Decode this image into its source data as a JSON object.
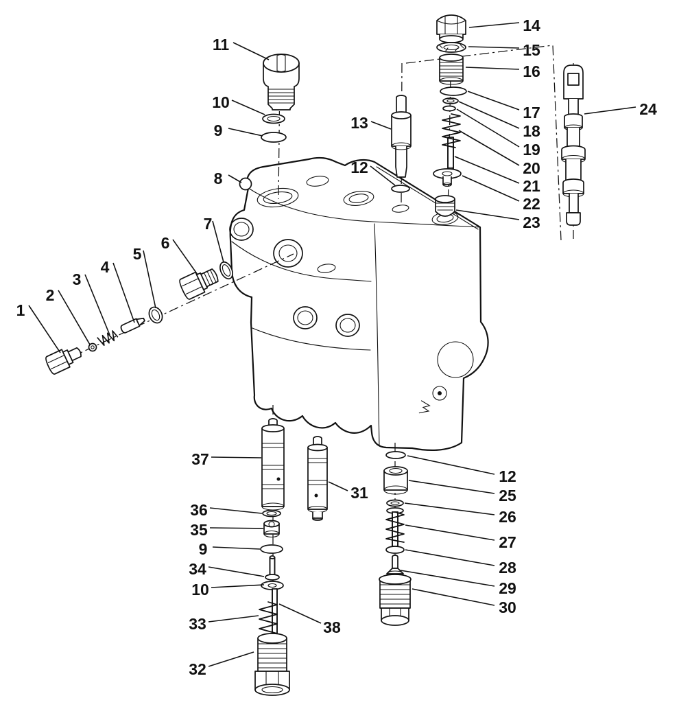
{
  "figure": {
    "type": "exploded-parts-diagram",
    "subject": "control-valve-assembly",
    "background_color": "#ffffff",
    "line_color": "#111111"
  },
  "callouts": [
    {
      "label": "1"
    },
    {
      "label": "2"
    },
    {
      "label": "3"
    },
    {
      "label": "4"
    },
    {
      "label": "5"
    },
    {
      "label": "6"
    },
    {
      "label": "7"
    },
    {
      "label": "8"
    },
    {
      "label": "9"
    },
    {
      "label": "10"
    },
    {
      "label": "11"
    },
    {
      "label": "12"
    },
    {
      "label": "13"
    },
    {
      "label": "14"
    },
    {
      "label": "15"
    },
    {
      "label": "16"
    },
    {
      "label": "17"
    },
    {
      "label": "18"
    },
    {
      "label": "19"
    },
    {
      "label": "20"
    },
    {
      "label": "21"
    },
    {
      "label": "22"
    },
    {
      "label": "23"
    },
    {
      "label": "24"
    },
    {
      "label": "12"
    },
    {
      "label": "25"
    },
    {
      "label": "26"
    },
    {
      "label": "27"
    },
    {
      "label": "28"
    },
    {
      "label": "29"
    },
    {
      "label": "30"
    },
    {
      "label": "31"
    },
    {
      "label": "37"
    },
    {
      "label": "36"
    },
    {
      "label": "35"
    },
    {
      "label": "9"
    },
    {
      "label": "34"
    },
    {
      "label": "10"
    },
    {
      "label": "33"
    },
    {
      "label": "32"
    },
    {
      "label": "38"
    }
  ]
}
